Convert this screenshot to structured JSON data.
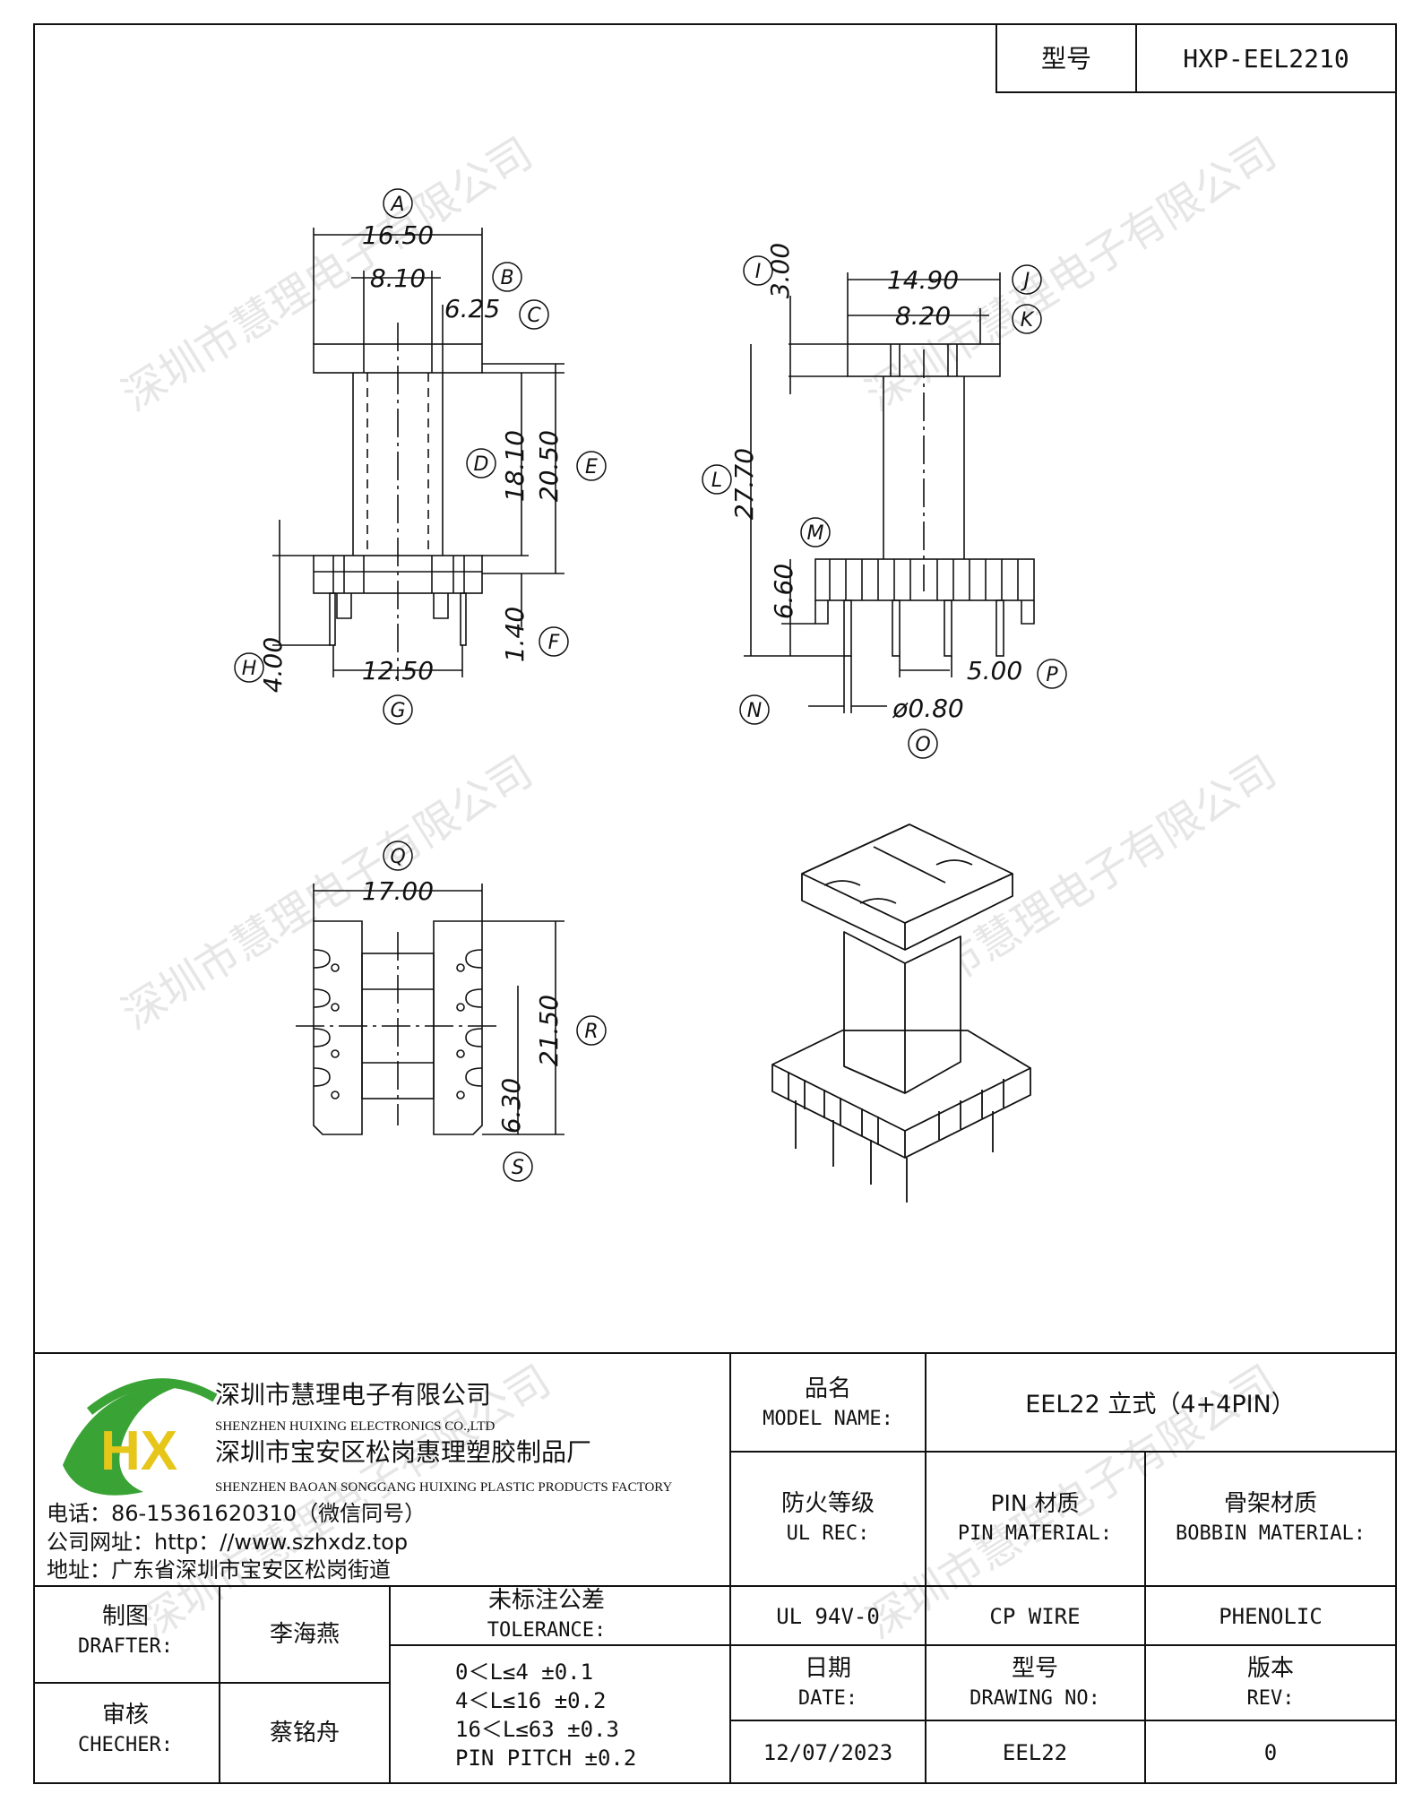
{
  "header": {
    "model_label": "型号",
    "model_value": "HXP-EEL2210"
  },
  "dimensions": {
    "A": "16.50",
    "B": "8.10",
    "C": "6.25",
    "D": "18.10",
    "E": "20.50",
    "F": "1.40",
    "G": "12.50",
    "H": "4.00",
    "I": "3.00",
    "J": "14.90",
    "K": "8.20",
    "L": "27.70",
    "M": "6.60",
    "N": "",
    "O": "ø0.80",
    "P": "5.00",
    "Q": "17.00",
    "R": "21.50",
    "S": "6.30"
  },
  "watermark": "深圳市慧理电子有限公司",
  "company": {
    "name_cn": "深圳市慧理电子有限公司",
    "name_en": "SHENZHEN HUIXING ELECTRONICS CO.,LTD",
    "factory_cn": "深圳市宝安区松岗惠理塑胶制品厂",
    "factory_en": "SHENZHEN BAOAN SONGGANG HUIXING PLASTIC PRODUCTS FACTORY",
    "phone": "电话：86-15361620310（微信同号）",
    "website": "公司网址：http：//www.szhxdz.top",
    "address": "地址：广东省深圳市宝安区松岗街道",
    "logo_text": "HX"
  },
  "title_block": {
    "model_name_label_cn": "品名",
    "model_name_label_en": "MODEL NAME:",
    "model_name_value": "EEL22 立式（4+4PIN）",
    "fire_label_cn": "防火等级",
    "fire_label_en": "UL REC:",
    "pin_label_cn": "PIN 材质",
    "pin_label_en": "PIN MATERIAL:",
    "bobbin_label_cn": "骨架材质",
    "bobbin_label_en": "BOBBIN MATERIAL:",
    "fire_value": "UL 94V-0",
    "pin_value": "CP WIRE",
    "bobbin_value": "PHENOLIC",
    "drafter_label_cn": "制图",
    "drafter_label_en": "DRAFTER:",
    "drafter_value": "李海燕",
    "checker_label_cn": "审核",
    "checker_label_en": "CHECHER:",
    "checker_value": "蔡铭舟",
    "tolerance_label_cn": "未标注公差",
    "tolerance_label_en": "TOLERANCE:",
    "tolerance_lines": [
      "0＜L≤4  ±0.1",
      "4＜L≤16 ±0.2",
      "16＜L≤63 ±0.3",
      "PIN PITCH ±0.2"
    ],
    "date_label_cn": "日期",
    "date_label_en": "DATE:",
    "date_value": "12/07/2023",
    "drawing_label_cn": "型号",
    "drawing_label_en": "DRAWING NO:",
    "drawing_value": "EEL22",
    "rev_label_cn": "版本",
    "rev_label_en": "REV:",
    "rev_value": "0"
  },
  "colors": {
    "line": "#111111",
    "logo_green": "#3aa335",
    "logo_yellow": "#e6c619",
    "logo_blue": "#2a5fb0"
  }
}
